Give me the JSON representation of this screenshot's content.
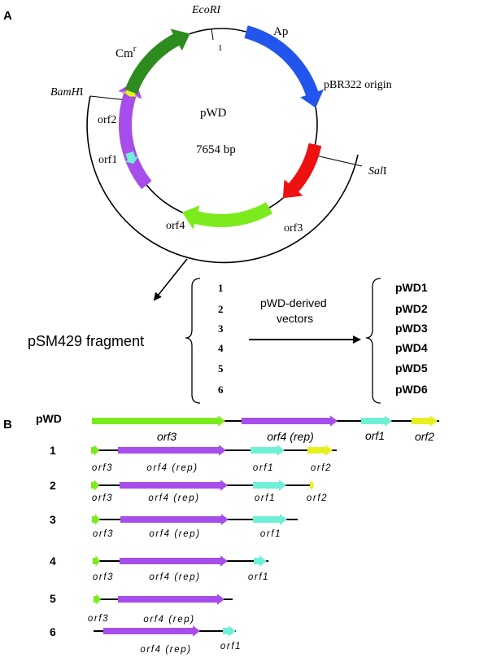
{
  "panel_labels": {
    "a": "A",
    "b": "B"
  },
  "plasmid": {
    "name": "pWD",
    "size": "7654 bp",
    "site_ecori": "EcoRI",
    "site_ecori_pos": "1",
    "site_bamhi_italic": "BamH",
    "site_bamhi_rest": "I",
    "site_sali_italic": "Sal",
    "site_sali_rest": "I",
    "cm_base": "Cm",
    "cm_sup": "r",
    "ap": "Ap",
    "origin": "pBR322 origin",
    "orf1": "orf1",
    "orf2": "orf2",
    "orf3": "orf3",
    "orf4": "orf4"
  },
  "fragment_label": "pSM429 fragment",
  "derivation": {
    "numbers": [
      "1",
      "2",
      "3",
      "4",
      "5",
      "6"
    ],
    "arrow_label_line1": "pWD-derived",
    "arrow_label_line2": "vectors",
    "vectors": [
      "pWD1",
      "pWD2",
      "pWD3",
      "pWD4",
      "pWD5",
      "pWD6"
    ]
  },
  "maps": {
    "pwd_label": "pWD",
    "pwd_orfs": [
      "orf3",
      "orf4 (rep)",
      "orf1",
      "orf2"
    ],
    "rows": [
      {
        "label": "1",
        "orfs": [
          "orf3",
          "orf4 (rep)",
          "orf1",
          "orf2"
        ]
      },
      {
        "label": "2",
        "orfs": [
          "orf3",
          "orf4 (rep)",
          "orf1",
          "orf2"
        ]
      },
      {
        "label": "3",
        "orfs": [
          "orf3",
          "orf4 (rep)",
          "orf1"
        ]
      },
      {
        "label": "4",
        "orfs": [
          "orf3",
          "orf4 (rep)",
          "orf1"
        ]
      },
      {
        "label": "5",
        "orfs": [
          "orf3",
          "orf4 (rep)"
        ]
      },
      {
        "label": "6",
        "orfs": [
          "orf4 (rep)",
          "orf1"
        ]
      }
    ]
  },
  "colors": {
    "orf3": "#7CEB1E",
    "orf4": "#A64DEB",
    "orf1": "#6FEFD6",
    "orf2": "#E6F01E",
    "cm": "#2E8B1E",
    "ap": "#2255EE",
    "origin": "#EE1111"
  }
}
